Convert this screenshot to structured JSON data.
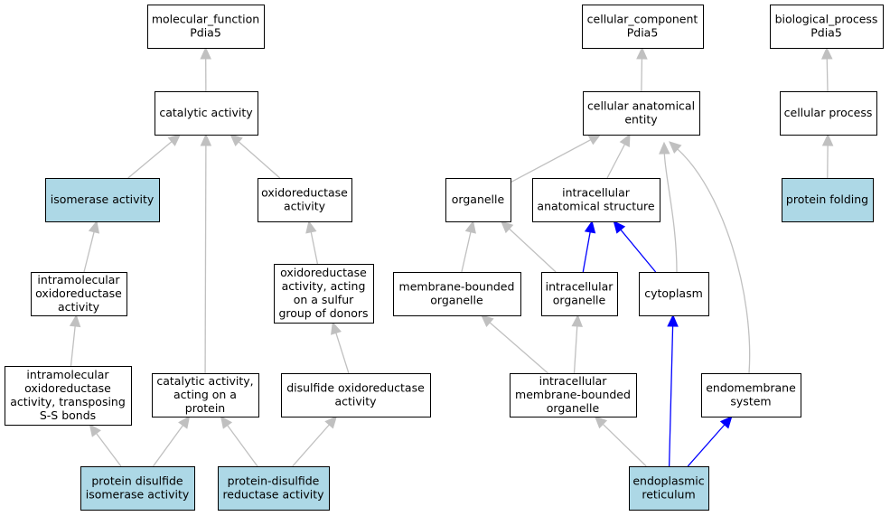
{
  "colors": {
    "highlight_fill": "#add8e6",
    "default_fill": "#ffffff",
    "grey_edge": "#c0c0c0",
    "blue_edge": "#0000ff"
  },
  "nodes": [
    {
      "id": "mf",
      "lines": [
        "molecular_function",
        "Pdia5"
      ],
      "highlight": false
    },
    {
      "id": "cat",
      "lines": [
        "catalytic activity"
      ],
      "highlight": false
    },
    {
      "id": "iso",
      "lines": [
        "isomerase activity"
      ],
      "highlight": true
    },
    {
      "id": "oxred",
      "lines": [
        "oxidoreductase",
        "activity"
      ],
      "highlight": false
    },
    {
      "id": "intraox",
      "lines": [
        "intramolecular",
        "oxidoreductase",
        "activity"
      ],
      "highlight": false
    },
    {
      "id": "oxsulf",
      "lines": [
        "oxidoreductase",
        "activity, acting",
        "on a sulfur",
        "group of donors"
      ],
      "highlight": false
    },
    {
      "id": "intrass",
      "lines": [
        "intramolecular",
        "oxidoreductase",
        "activity, transposing",
        "S-S bonds"
      ],
      "highlight": false
    },
    {
      "id": "catprot",
      "lines": [
        "catalytic activity,",
        "acting on a",
        "protein"
      ],
      "highlight": false
    },
    {
      "id": "disulf",
      "lines": [
        "disulfide oxidoreductase",
        "activity"
      ],
      "highlight": false
    },
    {
      "id": "pdi",
      "lines": [
        "protein disulfide",
        "isomerase activity"
      ],
      "highlight": true
    },
    {
      "id": "pdr",
      "lines": [
        "protein-disulfide",
        "reductase activity"
      ],
      "highlight": true
    },
    {
      "id": "cc",
      "lines": [
        "cellular_component",
        "Pdia5"
      ],
      "highlight": false
    },
    {
      "id": "cae",
      "lines": [
        "cellular anatomical",
        "entity"
      ],
      "highlight": false
    },
    {
      "id": "org",
      "lines": [
        "organelle"
      ],
      "highlight": false
    },
    {
      "id": "ias",
      "lines": [
        "intracellular",
        "anatomical structure"
      ],
      "highlight": false
    },
    {
      "id": "mbo",
      "lines": [
        "membrane-bounded",
        "organelle"
      ],
      "highlight": false
    },
    {
      "id": "io",
      "lines": [
        "intracellular",
        "organelle"
      ],
      "highlight": false
    },
    {
      "id": "cyto",
      "lines": [
        "cytoplasm"
      ],
      "highlight": false
    },
    {
      "id": "imbo",
      "lines": [
        "intracellular",
        "membrane-bounded",
        "organelle"
      ],
      "highlight": false
    },
    {
      "id": "endo",
      "lines": [
        "endomembrane",
        "system"
      ],
      "highlight": false
    },
    {
      "id": "er",
      "lines": [
        "endoplasmic",
        "reticulum"
      ],
      "highlight": true
    },
    {
      "id": "bp",
      "lines": [
        "biological_process",
        "Pdia5"
      ],
      "highlight": false
    },
    {
      "id": "cp",
      "lines": [
        "cellular process"
      ],
      "highlight": false
    },
    {
      "id": "pf",
      "lines": [
        "protein folding"
      ],
      "highlight": true
    }
  ],
  "edges": [
    {
      "from": "cat",
      "to": "mf",
      "color": "grey"
    },
    {
      "from": "iso",
      "to": "cat",
      "color": "grey"
    },
    {
      "from": "oxred",
      "to": "cat",
      "color": "grey"
    },
    {
      "from": "catprot",
      "to": "cat",
      "color": "grey"
    },
    {
      "from": "intraox",
      "to": "iso",
      "color": "grey"
    },
    {
      "from": "oxsulf",
      "to": "oxred",
      "color": "grey"
    },
    {
      "from": "intrass",
      "to": "intraox",
      "color": "grey"
    },
    {
      "from": "disulf",
      "to": "oxsulf",
      "color": "grey"
    },
    {
      "from": "pdi",
      "to": "intrass",
      "color": "grey"
    },
    {
      "from": "pdi",
      "to": "catprot",
      "color": "grey"
    },
    {
      "from": "pdr",
      "to": "catprot",
      "color": "grey"
    },
    {
      "from": "pdr",
      "to": "disulf",
      "color": "grey"
    },
    {
      "from": "cae",
      "to": "cc",
      "color": "grey"
    },
    {
      "from": "org",
      "to": "cae",
      "color": "grey"
    },
    {
      "from": "ias",
      "to": "cae",
      "color": "grey"
    },
    {
      "from": "cyto",
      "to": "cae",
      "color": "grey"
    },
    {
      "from": "endo",
      "to": "cae",
      "color": "grey"
    },
    {
      "from": "mbo",
      "to": "org",
      "color": "grey"
    },
    {
      "from": "io",
      "to": "org",
      "color": "grey"
    },
    {
      "from": "io",
      "to": "ias",
      "color": "blue"
    },
    {
      "from": "cyto",
      "to": "ias",
      "color": "blue"
    },
    {
      "from": "imbo",
      "to": "mbo",
      "color": "grey"
    },
    {
      "from": "imbo",
      "to": "io",
      "color": "grey"
    },
    {
      "from": "er",
      "to": "imbo",
      "color": "grey"
    },
    {
      "from": "er",
      "to": "cyto",
      "color": "blue"
    },
    {
      "from": "er",
      "to": "endo",
      "color": "blue"
    },
    {
      "from": "cp",
      "to": "bp",
      "color": "grey"
    },
    {
      "from": "pf",
      "to": "cp",
      "color": "grey"
    }
  ]
}
